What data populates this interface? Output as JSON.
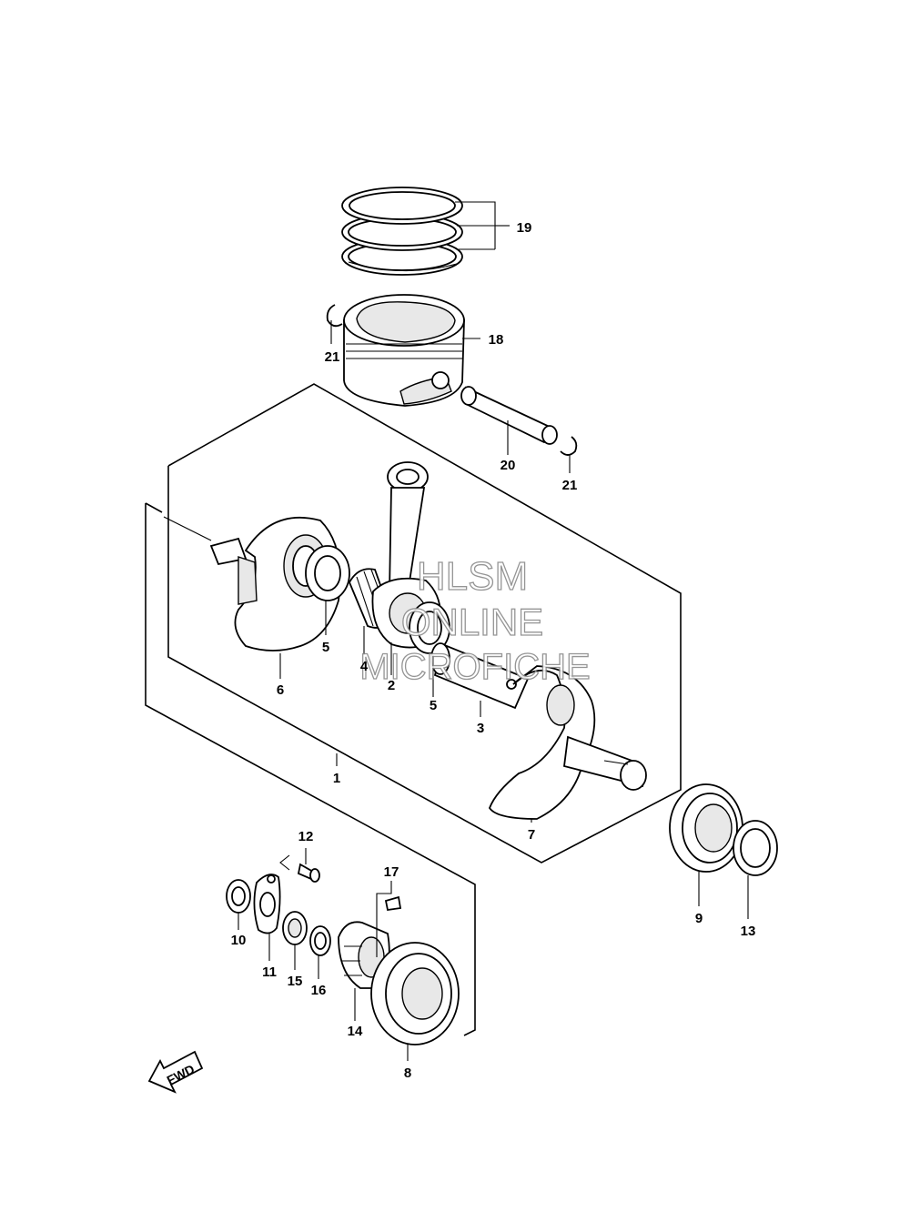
{
  "labels": {
    "p1": "1",
    "p2": "2",
    "p3": "3",
    "p4": "4",
    "p5a": "5",
    "p5b": "5",
    "p6": "6",
    "p7": "7",
    "p8": "8",
    "p9": "9",
    "p10": "10",
    "p11": "11",
    "p12": "12",
    "p13": "13",
    "p14": "14",
    "p15": "15",
    "p16": "16",
    "p17": "17",
    "p18": "18",
    "p19": "19",
    "p20": "20",
    "p21a": "21",
    "p21b": "21"
  },
  "watermark": {
    "line1": "HLSM",
    "line2": "ONLINE",
    "line3": "MICROFICHE"
  },
  "direction_arrow": {
    "text": "FWD"
  }
}
